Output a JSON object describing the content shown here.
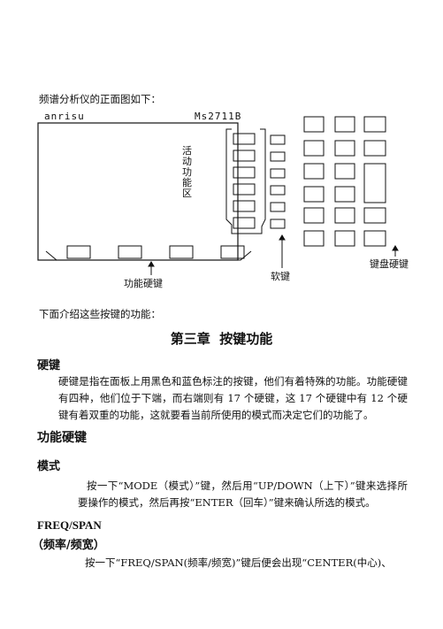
{
  "intro": "频谱分析仪的正面图如下：",
  "diagram": {
    "brand": "anrisu",
    "model": "Ms2711B",
    "active_area": [
      "活",
      "动",
      "功",
      "能",
      "区"
    ],
    "function_keys_label": "功能硬键",
    "soft_keys_label": "软键",
    "keypad_label": "键盘硬键"
  },
  "intro2": "下面介绍这些按键的功能：",
  "chapter_title": "第三章  按键功能",
  "hardkeys": {
    "heading": "硬键",
    "body": "硬键是指在面板上用黑色和蓝色标注的按键，他们有着特殊的功能。功能硬键有四种，他们位于下端，而右端则有 17 个硬键，这 17 个硬键中有 12 个硬键有着双重的功能，这就要看当前所使用的模式而决定它们的功能了。"
  },
  "section2_heading": "功能硬键",
  "mode": {
    "heading": "模式",
    "body": "按一下“MODE（模式）”键，然后用“UP/DOWN（上下）”键来选择所要操作的模式，然后再按“ENTER（回车）”键来确认所选的模式。"
  },
  "freq": {
    "heading": "FREQ/SPAN",
    "subheading": "（频率/频宽）",
    "body": "按一下“FREQ/SPAN(频率/频宽)”键后便会出现“CENTER(中心)、"
  }
}
